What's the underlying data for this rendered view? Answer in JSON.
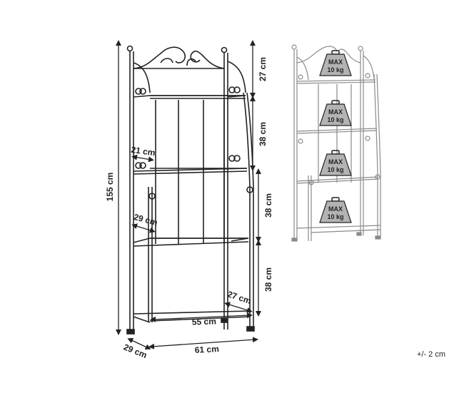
{
  "dimensions": {
    "total_height": "155 cm",
    "top_section": "27 cm",
    "shelf_gap_upper": "38 cm",
    "shelf_gap_middle": "38 cm",
    "shelf_gap_lower": "38 cm",
    "depth_upper_shelf": "21 cm",
    "depth_lower_shelf": "29 cm",
    "bottom_inner_width": "55 cm",
    "bottom_inner_depth": "27 cm",
    "base_width": "61 cm",
    "base_depth": "29 cm"
  },
  "load_labels": [
    {
      "max": "MAX",
      "kg": "10 kg"
    },
    {
      "max": "MAX",
      "kg": "10 kg"
    },
    {
      "max": "MAX",
      "kg": "10 kg"
    },
    {
      "max": "MAX",
      "kg": "10 kg"
    }
  ],
  "tolerance": "+/- 2 cm",
  "colors": {
    "line": "#222222",
    "light_line": "#8a8a8a",
    "weight_fill": "#b3b3b3"
  }
}
